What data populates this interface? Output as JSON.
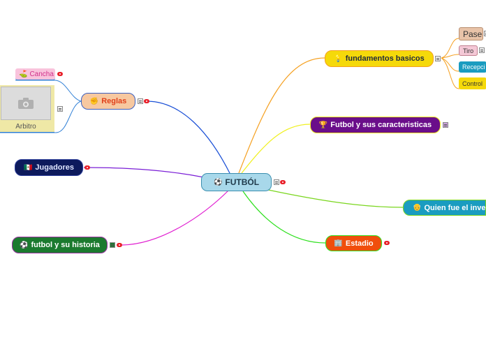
{
  "central": {
    "label": "FUTBÓL",
    "icon": "soccer-ball-icon",
    "emoji": "⚽"
  },
  "branches": {
    "reglas": {
      "label": "Reglas",
      "emoji": "✊",
      "icon": "fist-icon"
    },
    "cancha": {
      "label": "Cancha",
      "emoji": "⛳",
      "icon": "field-icon"
    },
    "arbitro": {
      "label": "Arbitro",
      "icon": "camera-placeholder-icon"
    },
    "jugadores": {
      "label": "Jugadores",
      "emoji": "🇲🇽",
      "icon": "flag-icon"
    },
    "historia": {
      "label": "futbol y su historia",
      "emoji": "⚽",
      "icon": "soccer-ball-icon"
    },
    "fundamentos": {
      "label": "fundamentos basicos",
      "emoji": "💡",
      "icon": "lightbulb-icon"
    },
    "caracteristicas": {
      "label": "Futbol y sus caracteristicas",
      "emoji": "🏆",
      "icon": "trophy-icon"
    },
    "inventor": {
      "label": "Quien fue el inve",
      "emoji": "👴",
      "icon": "old-man-icon"
    },
    "estadio": {
      "label": "Estadio",
      "emoji": "🏢",
      "icon": "building-icon"
    }
  },
  "fundamentos_children": [
    {
      "label": "Pase"
    },
    {
      "label": "Tiro"
    },
    {
      "label": "Recepci"
    },
    {
      "label": "Control"
    }
  ],
  "colors": {
    "central_bg": "#a8d8ea",
    "reglas_bg": "#f7c8a0",
    "jugadores_bg": "#0d1a5c",
    "historia_bg": "#1b7a2f",
    "fundamentos_bg": "#f5d90a",
    "caracteristicas_bg": "#6a0e8a",
    "inventor_bg": "#1a9cc0",
    "estadio_bg": "#f04e0c",
    "cancha_bg": "#f9c3dc",
    "arbitro_bg": "#efe8a6"
  }
}
